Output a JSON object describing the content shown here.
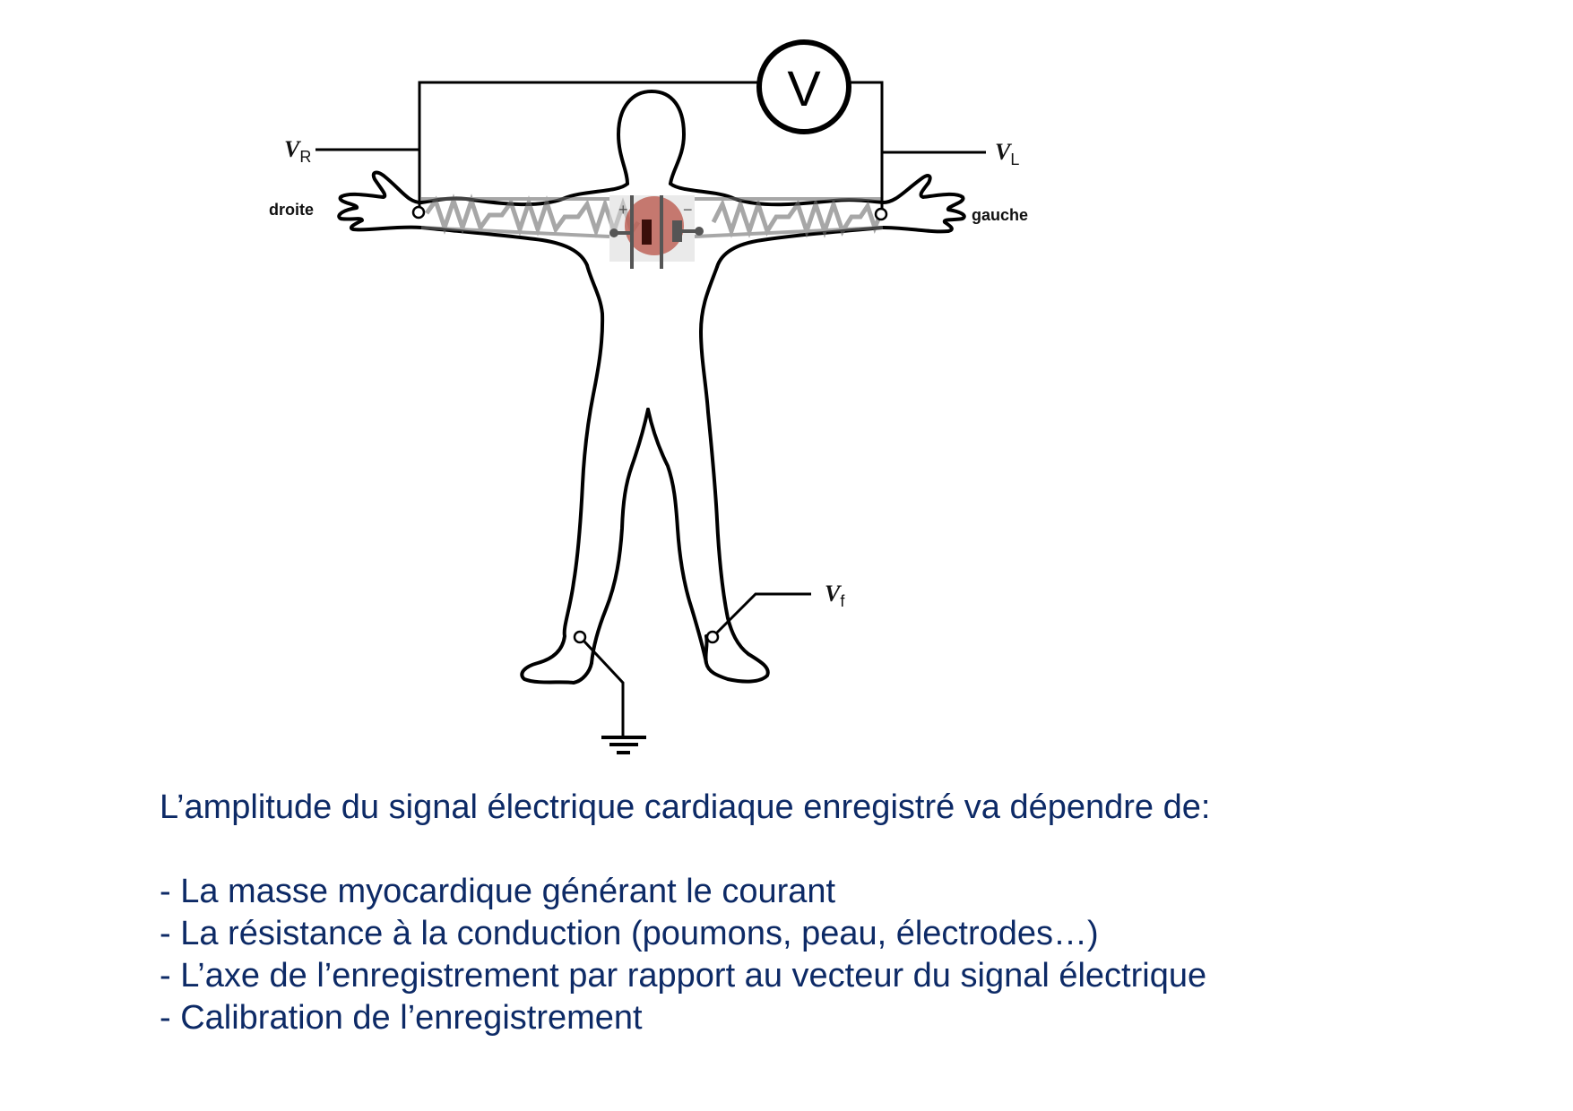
{
  "diagram": {
    "voltmeter_label": "V",
    "labels": {
      "v_right": {
        "main": "V",
        "sub": "R"
      },
      "v_left": {
        "main": "V",
        "sub": "L"
      },
      "v_foot": {
        "main": "V",
        "sub": "f"
      },
      "right_side": "droite",
      "left_side": "gauche",
      "plus": "+",
      "minus": "−"
    },
    "colors": {
      "line": "#000000",
      "overlay_grey": "#8a8a8a",
      "heart": "#b5473a",
      "text_navy": "#0d2a66"
    }
  },
  "content": {
    "title": "L’amplitude du signal électrique cardiaque enregistré va dépendre de:",
    "bullets": [
      "- La masse myocardique générant le courant",
      "- La résistance à la conduction (poumons, peau, électrodes…)",
      "- L’axe de l’enregistrement par rapport au vecteur du signal électrique",
      "- Calibration de l’enregistrement"
    ]
  }
}
